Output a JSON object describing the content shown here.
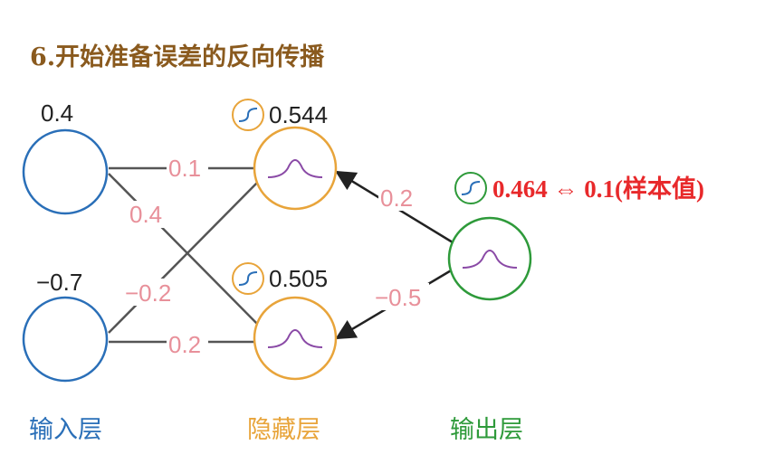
{
  "title": "6.开始准备误差的反向传播",
  "colors": {
    "title": "#8a5a1e",
    "input": "#2a6fb8",
    "hidden": "#e8a43a",
    "output": "#2e9a3a",
    "curve": "#8a4aa6",
    "weight": "#e8909a",
    "line": "#555555",
    "arrow": "#222222",
    "highlight": "#e8292b"
  },
  "inputs": [
    {
      "value": "0.4"
    },
    {
      "value": "−0.7"
    }
  ],
  "hidden": [
    {
      "value": "0.544",
      "icon": "sigmoid-icon"
    },
    {
      "value": "0.505",
      "icon": "sigmoid-icon"
    }
  ],
  "output": {
    "value": "0.464 ⇔ 0.1(样本值)",
    "icon": "sigmoid-icon"
  },
  "weights": {
    "i1_h1": "0.1",
    "i1_h2": "0.4",
    "i2_h1": "−0.2",
    "i2_h2": "0.2",
    "h1_o": "0.2",
    "h2_o": "−0.5"
  },
  "layers": {
    "input": "输入层",
    "hidden": "隐藏层",
    "output": "输出层"
  }
}
